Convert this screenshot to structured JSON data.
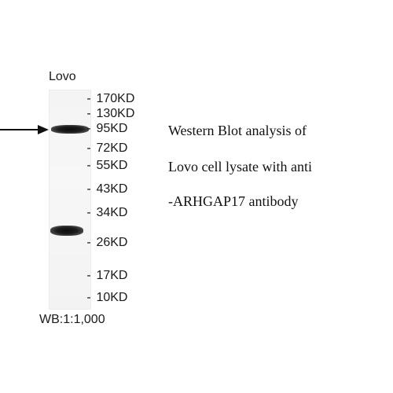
{
  "lane_label": "Lovo",
  "markers": [
    {
      "label": "170KD"
    },
    {
      "label": "130KD"
    },
    {
      "label": "95KD"
    },
    {
      "label": "72KD"
    },
    {
      "label": "55KD"
    },
    {
      "label": "43KD"
    },
    {
      "label": "34KD"
    },
    {
      "label": "26KD"
    },
    {
      "label": "17KD"
    },
    {
      "label": "10KD"
    }
  ],
  "marker_dash": "-",
  "caption": {
    "line1": "Western Blot analysis of",
    "line2": "Lovo cell lysate with anti",
    "line3": "-ARHGAP17 antibody"
  },
  "dilution": "WB:1:1,000"
}
